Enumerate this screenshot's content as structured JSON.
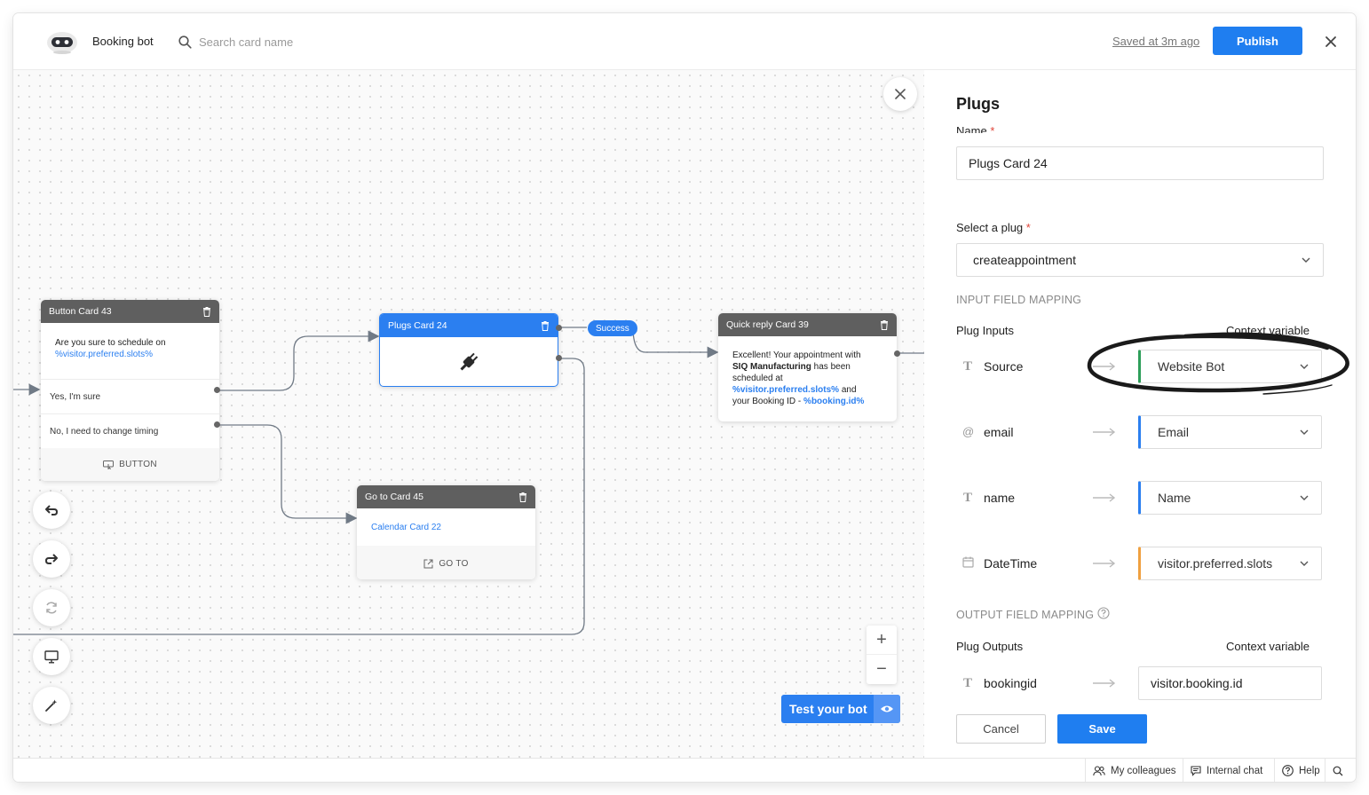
{
  "header": {
    "bot_name": "Booking bot",
    "search_placeholder": "Search card name",
    "saved_text": "Saved at 3m ago",
    "publish_label": "Publish"
  },
  "canvas": {
    "cards": {
      "button_card": {
        "title": "Button Card 43",
        "message_text": "Are you sure to schedule on",
        "message_var": "%visitor.preferred.slots%",
        "options": [
          "Yes, I'm sure",
          "No, I need to change timing"
        ],
        "footer_label": "BUTTON"
      },
      "plugs_card": {
        "title": "Plugs Card 24"
      },
      "quick_reply_card": {
        "title": "Quick reply Card 39",
        "line1": "Excellent! Your appointment with",
        "company": "SIQ Manufacturing",
        "line2": " has been",
        "line3": "scheduled at",
        "slots_var": "%visitor.preferred.slots%",
        "line4": " and",
        "line5": "your Booking ID - ",
        "booking_var": "%booking.id%"
      },
      "goto_card": {
        "title": "Go to Card 45",
        "target": "Calendar Card 22",
        "footer_label": "GO TO"
      }
    },
    "success_badge": "Success",
    "zoom_in": "+",
    "zoom_out": "−",
    "test_bot_label": "Test your bot"
  },
  "panel": {
    "title": "Plugs",
    "name_label": "Name",
    "name_required": "*",
    "name_value": "Plugs Card 24",
    "plug_label": "Select a plug",
    "plug_required": "*",
    "plug_value": "createappointment",
    "input_mapping_header": "INPUT FIELD MAPPING",
    "plug_inputs_label": "Plug Inputs",
    "context_variable_label": "Context variable",
    "inputs": [
      {
        "icon": "T",
        "name": "Source",
        "value": "Website Bot",
        "color": "#2e9e5a"
      },
      {
        "icon": "@",
        "name": "email",
        "value": "Email",
        "color": "#2b7ff0"
      },
      {
        "icon": "T",
        "name": "name",
        "value": "Name",
        "color": "#2b7ff0"
      },
      {
        "icon": "cal",
        "name": "DateTime",
        "value": "visitor.preferred.slots",
        "color": "#f0a040"
      }
    ],
    "output_mapping_header": "OUTPUT FIELD MAPPING",
    "plug_outputs_label": "Plug Outputs",
    "output_context_label": "Context variable",
    "outputs": [
      {
        "icon": "T",
        "name": "bookingid",
        "value": "visitor.booking.id"
      }
    ],
    "cancel_label": "Cancel",
    "save_label": "Save"
  },
  "statusbar": {
    "colleagues": "My colleagues",
    "internal_chat": "Internal chat",
    "help": "Help"
  },
  "colors": {
    "accent": "#1f7ef0",
    "card_header": "#5f5f5f",
    "annotation_ink": "#1a1a1a"
  }
}
